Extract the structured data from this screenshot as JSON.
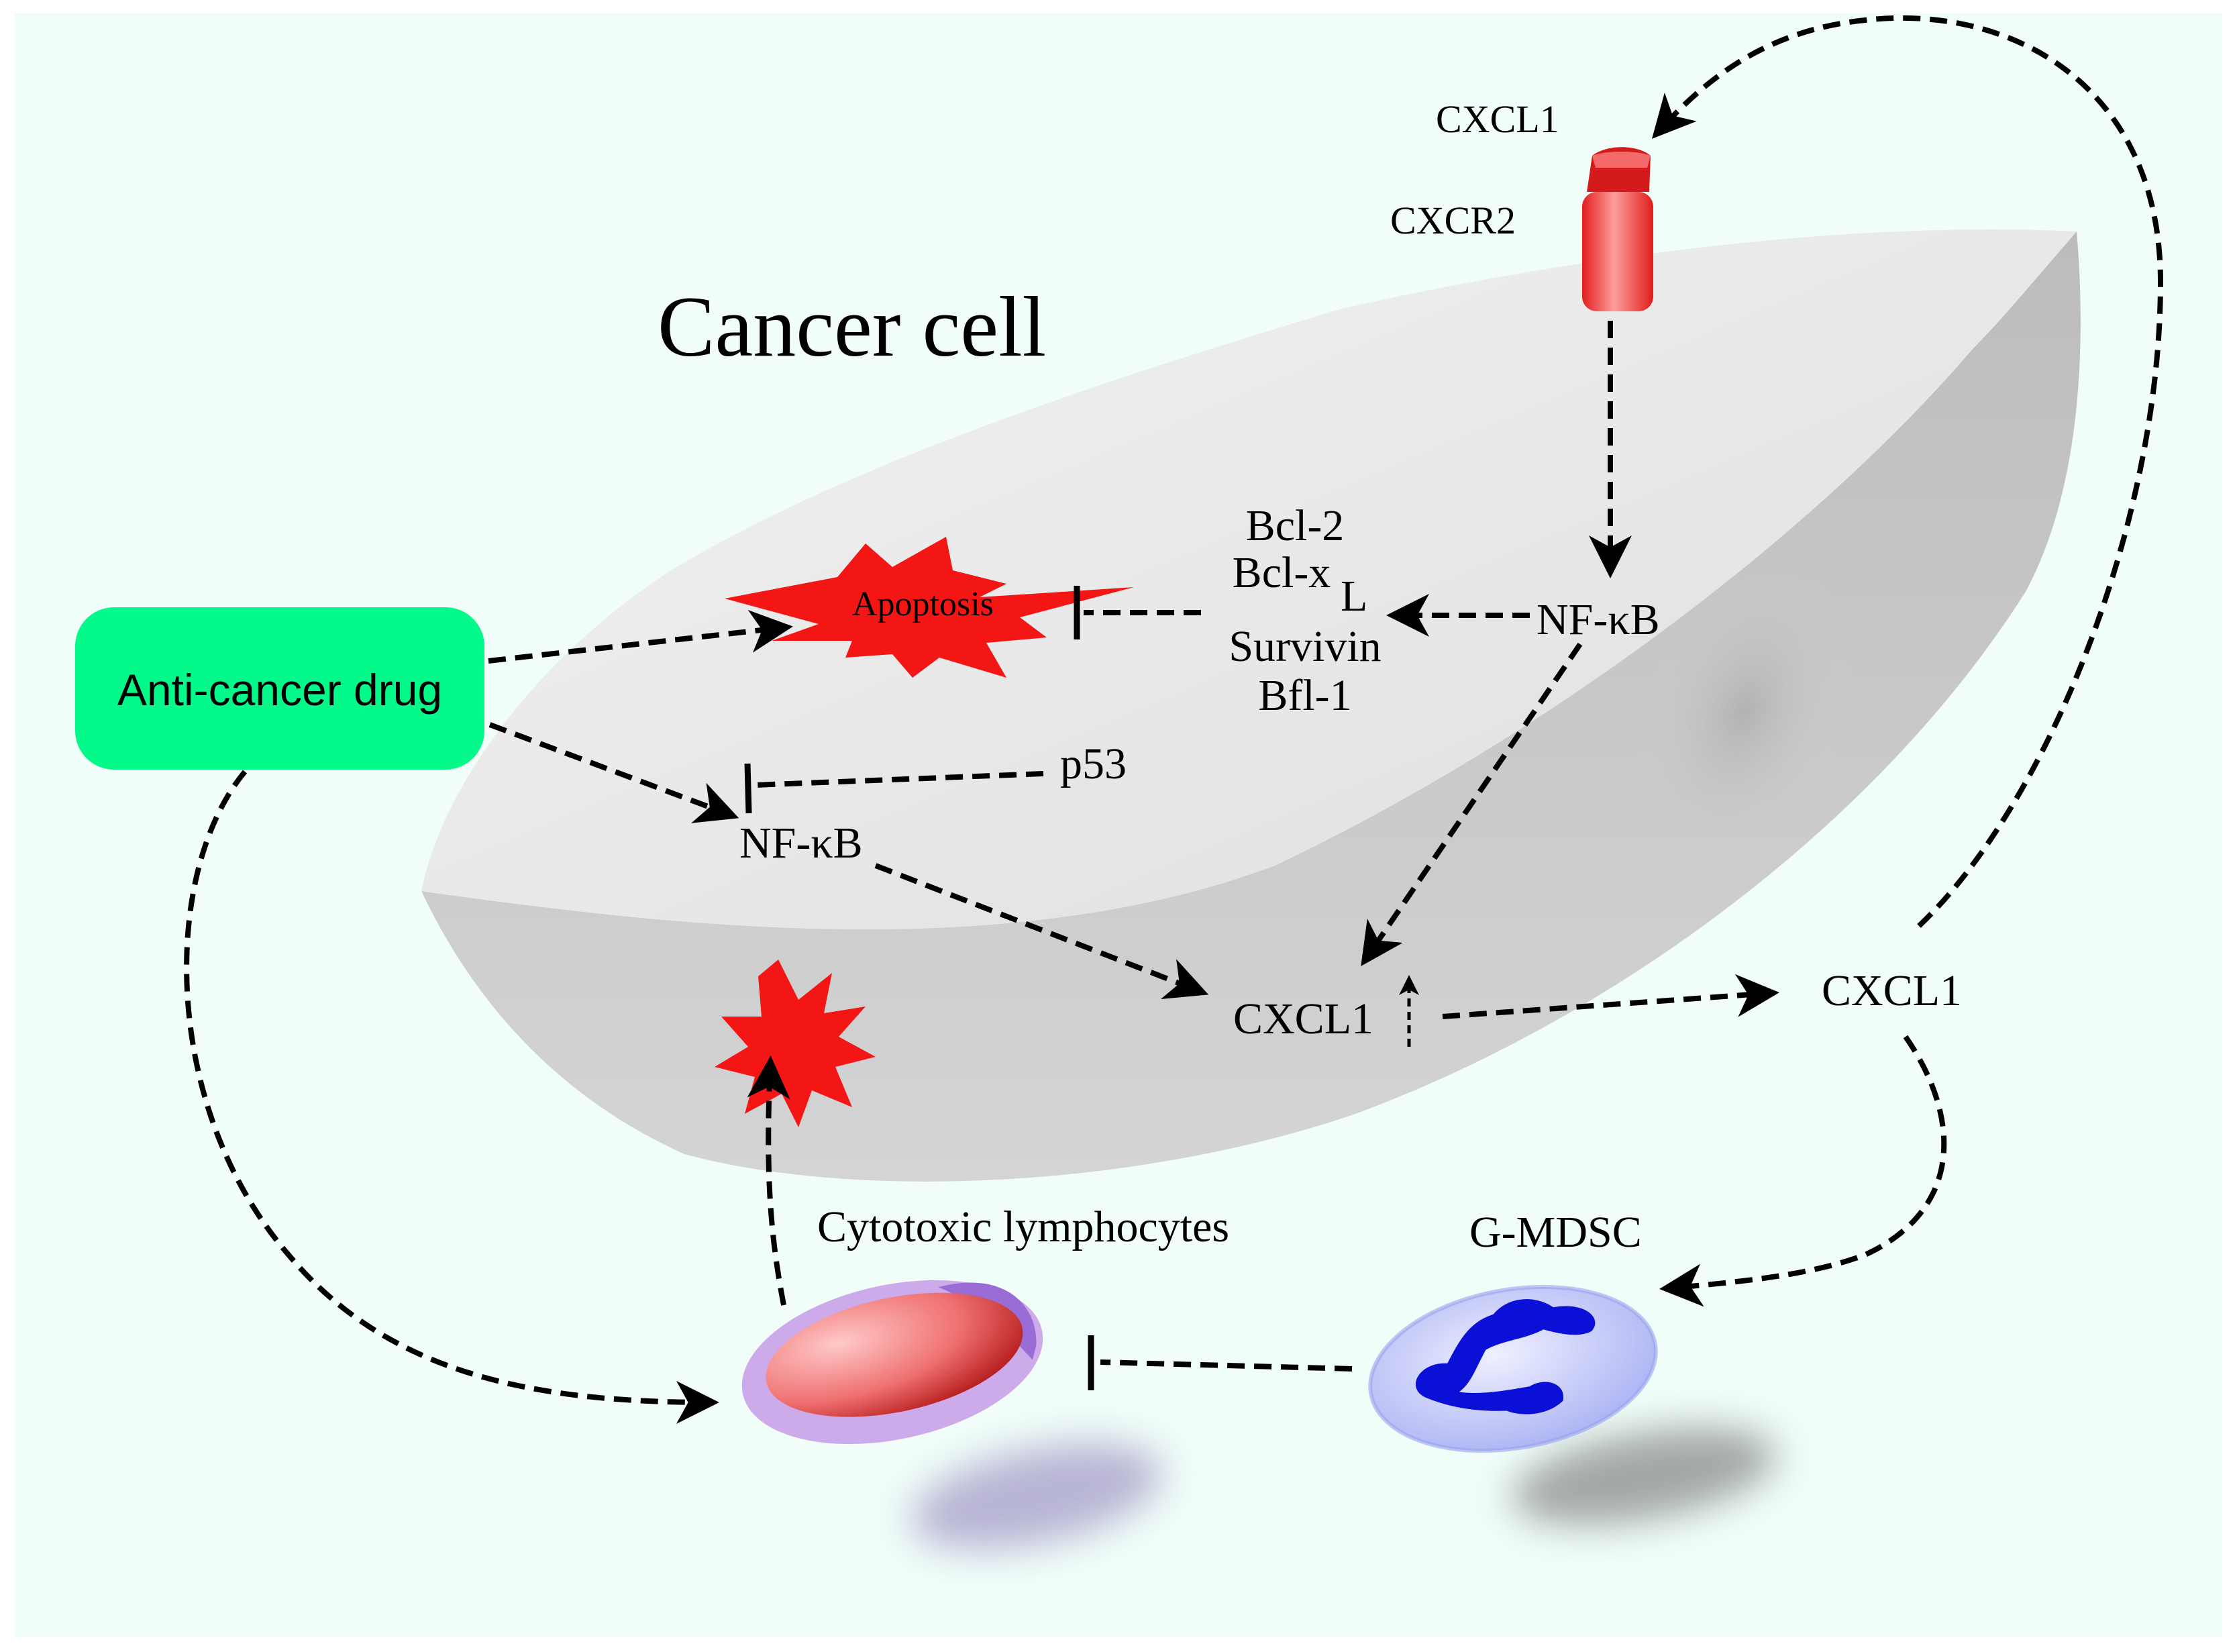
{
  "colors": {
    "background": "#f0fdf8",
    "cell_top": "#e9e9e9",
    "cell_side": "#c9c9c9",
    "drug_box": "#03f98a",
    "burst": "#f41515",
    "receptor": "#f23a3a",
    "mdsc_nucleus": "#0a10d6",
    "mdsc_body": "#b9bff7",
    "lymphocyte_outer": "#c9a2e8",
    "lymphocyte_inner": "#ef6f6f"
  },
  "title": "Cancer cell",
  "drug": "Anti-cancer drug",
  "apoptosis": "Apoptosis",
  "receptor": {
    "ligand": "CXCL1",
    "receptor": "CXCR2"
  },
  "antiapoptotic_genes": [
    "Bcl-2",
    "Bcl-x",
    "Survivin",
    "Bfl-1"
  ],
  "bclx_subscript": "L",
  "nfkb_upper": "NF-κB",
  "nfkb_lower": "NF-κB",
  "p53": "p53",
  "cxcl1_intracellular": "CXCL1",
  "cxcl1_secreted": "CXCL1",
  "cytotoxic_lymphocytes": "Cytotoxic lymphocytes",
  "g_mdsc": "G-MDSC",
  "icons": [
    "apoptosis-burst",
    "cell-death-burst",
    "receptor-icon",
    "lymphocyte-icon",
    "mdsc-icon",
    "up-arrow-icon"
  ]
}
